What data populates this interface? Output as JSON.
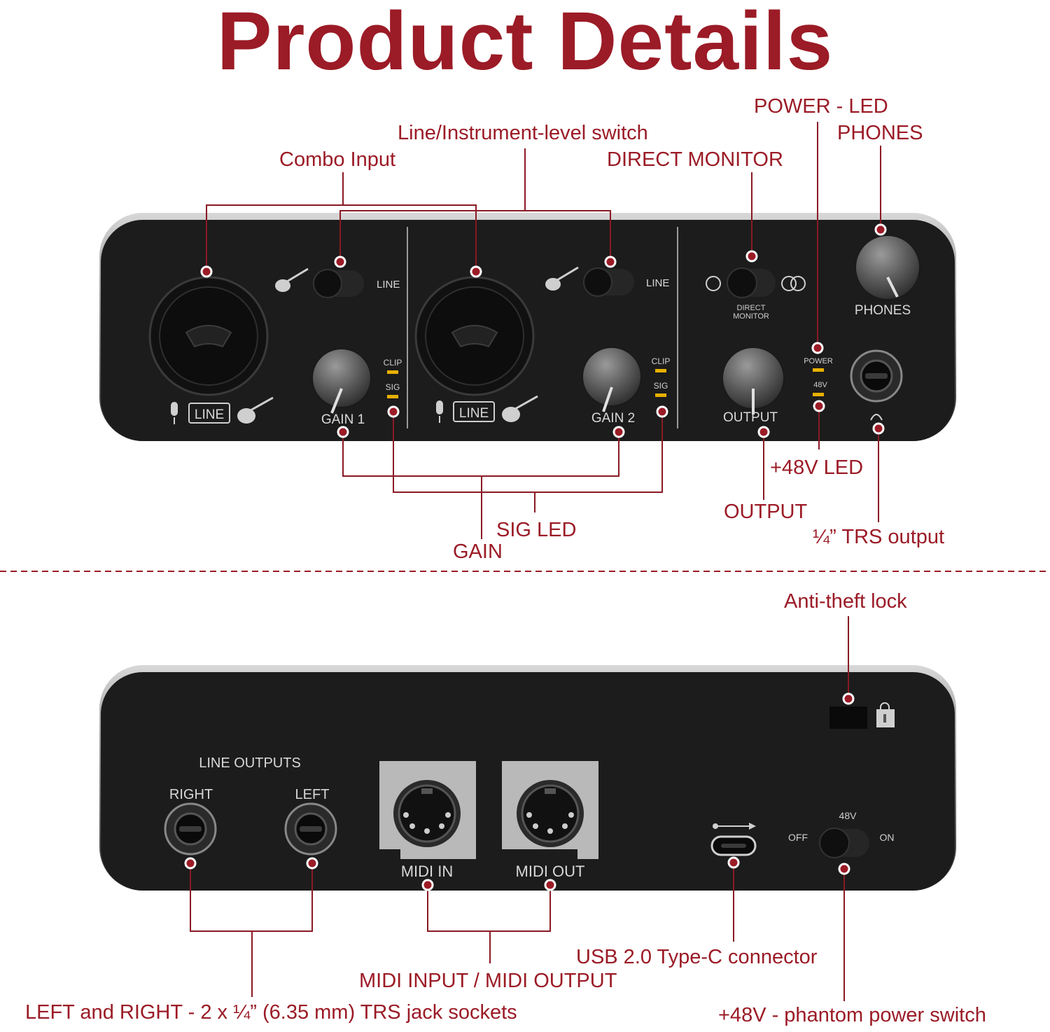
{
  "title": "Product Details",
  "colors": {
    "accent": "#9b1b26",
    "device_body": "#1c1c1c",
    "led": "#e8b000",
    "midi_plate": "#b9b9b9"
  },
  "front_panel": {
    "line_switch_1": "LINE",
    "line_switch_2": "LINE",
    "line_badge_1": "LINE",
    "line_badge_2": "LINE",
    "gain1": "GAIN 1",
    "gain2": "GAIN 2",
    "clip": "CLIP",
    "sig": "SIG",
    "direct_monitor_1": "DIRECT",
    "direct_monitor_2": "MONITOR",
    "output": "OUTPUT",
    "power": "POWER",
    "v48": "48V",
    "phones": "PHONES"
  },
  "back_panel": {
    "line_outputs": "LINE  OUTPUTS",
    "right": "RIGHT",
    "left": "LEFT",
    "midi_in": "MIDI IN",
    "midi_out": "MIDI OUT",
    "off": "OFF",
    "on": "ON",
    "v48": "48V"
  },
  "callouts": {
    "power_led": "POWER - LED",
    "phones": "PHONES",
    "line_instrument_switch": "Line/Instrument-level switch",
    "combo_input": "Combo Input",
    "direct_monitor": "DIRECT MONITOR",
    "v48_led": "+48V LED",
    "output": "OUTPUT",
    "trs_output": "¼” TRS output",
    "sig_led": "SIG LED",
    "gain": "GAIN",
    "anti_theft_lock": "Anti-theft lock",
    "usb": "USB 2.0 Type-C connector",
    "midi_io": "MIDI INPUT / MIDI OUTPUT",
    "line_outputs_desc": "LEFT and RIGHT - 2 x ¼” (6.35 mm) TRS jack sockets",
    "phantom": "+48V - phantom power switch"
  }
}
